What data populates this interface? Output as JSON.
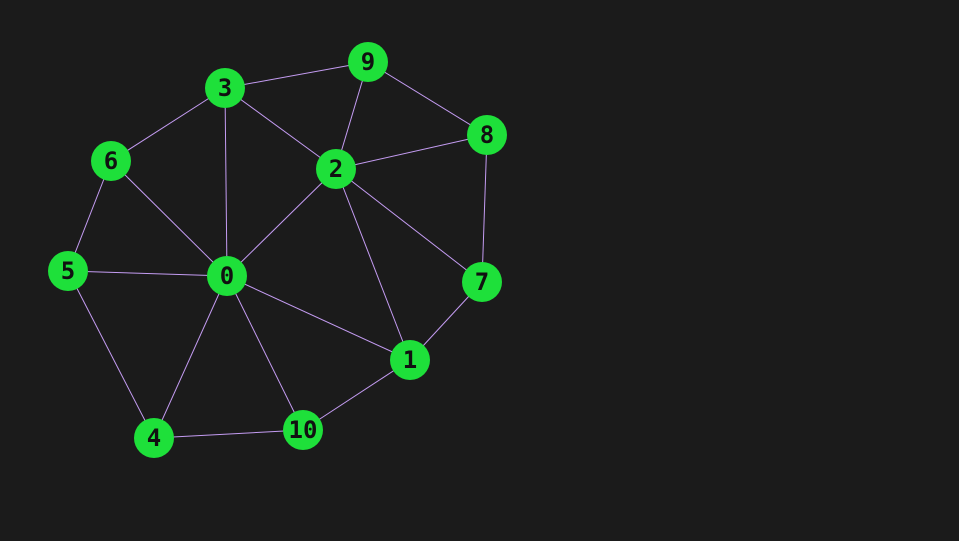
{
  "graph": {
    "nodes": [
      "0",
      "1",
      "2",
      "3",
      "4",
      "5",
      "6",
      "7",
      "8",
      "9",
      "10"
    ],
    "edges": [
      [
        "3",
        "9"
      ],
      [
        "9",
        "8"
      ],
      [
        "9",
        "2"
      ],
      [
        "3",
        "2"
      ],
      [
        "3",
        "6"
      ],
      [
        "3",
        "0"
      ],
      [
        "2",
        "8"
      ],
      [
        "8",
        "7"
      ],
      [
        "2",
        "7"
      ],
      [
        "2",
        "0"
      ],
      [
        "2",
        "1"
      ],
      [
        "6",
        "0"
      ],
      [
        "6",
        "5"
      ],
      [
        "5",
        "0"
      ],
      [
        "5",
        "4"
      ],
      [
        "0",
        "4"
      ],
      [
        "0",
        "10"
      ],
      [
        "0",
        "1"
      ],
      [
        "7",
        "1"
      ],
      [
        "1",
        "10"
      ],
      [
        "4",
        "10"
      ]
    ],
    "node_color": "#1ee03a",
    "edge_color": "#c49cf2",
    "label_color": "#111111",
    "background_color": "#1b1b1b"
  },
  "caption": ""
}
